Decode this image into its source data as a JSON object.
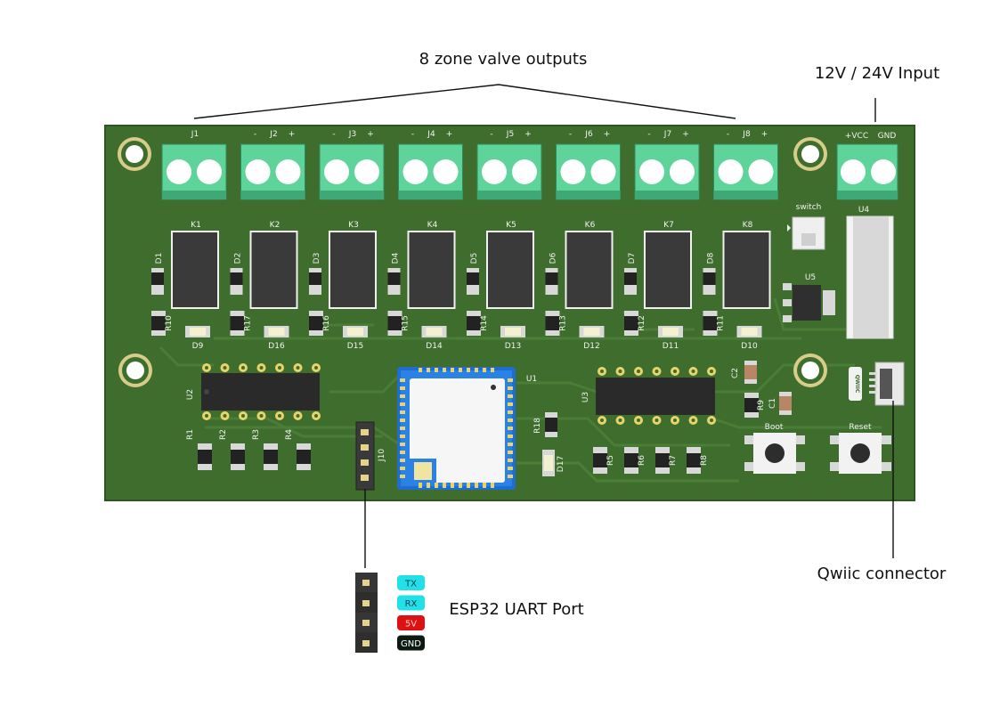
{
  "callouts": {
    "zone_outputs": "8 zone valve outputs",
    "power_input": "12V / 24V Input",
    "qwiic": "Qwiic connector",
    "uart": "ESP32 UART Port"
  },
  "board": {
    "headers": {
      "J1": "J1",
      "J2": "J2",
      "J3": "J3",
      "J4": "J4",
      "J5": "J5",
      "J6": "J6",
      "J7": "J7",
      "J8": "J8",
      "vcc": "+VCC",
      "gnd": "GND",
      "minus": "-",
      "plus": "+"
    },
    "relays": [
      "K1",
      "K2",
      "K3",
      "K4",
      "K5",
      "K6",
      "K7",
      "K8"
    ],
    "diodes_top": [
      "D1",
      "D2",
      "D3",
      "D4",
      "D5",
      "D6",
      "D7",
      "D8"
    ],
    "resistors_row": [
      "R10",
      "R17",
      "R16",
      "R15",
      "R14",
      "R13",
      "R12",
      "R11"
    ],
    "leds_row": [
      "D9",
      "D16",
      "D15",
      "D14",
      "D13",
      "D12",
      "D11",
      "D10"
    ],
    "left_resistors": [
      "R1",
      "R2",
      "R3",
      "R4"
    ],
    "right_resistors": [
      "R5",
      "R6",
      "R7",
      "R8"
    ],
    "misc": {
      "u1": "U1",
      "u2": "U2",
      "u3": "U3",
      "u4": "U4",
      "u5": "U5",
      "switch": "switch",
      "boot": "Boot",
      "reset": "Reset",
      "r18": "R18",
      "d17": "D17",
      "j10": "J10",
      "c1": "C1",
      "c2": "C2",
      "r9": "R9",
      "qwiic_logo": "QWIIC"
    }
  },
  "uart_pins": [
    {
      "label": "TX",
      "color": "#22e0e8",
      "text_color": "#0b3a4a"
    },
    {
      "label": "RX",
      "color": "#22e0e8",
      "text_color": "#0b3a4a"
    },
    {
      "label": "5V",
      "color": "#dd1111",
      "text_color": "#ffd0d0"
    },
    {
      "label": "GND",
      "color": "#0c1a12",
      "text_color": "#ffffff"
    }
  ],
  "colors": {
    "pcb": "#3e6b2c",
    "pcb_edge": "#2c4f1f",
    "terminal": "#5fd49a",
    "relay": "#3a3a3a"
  }
}
